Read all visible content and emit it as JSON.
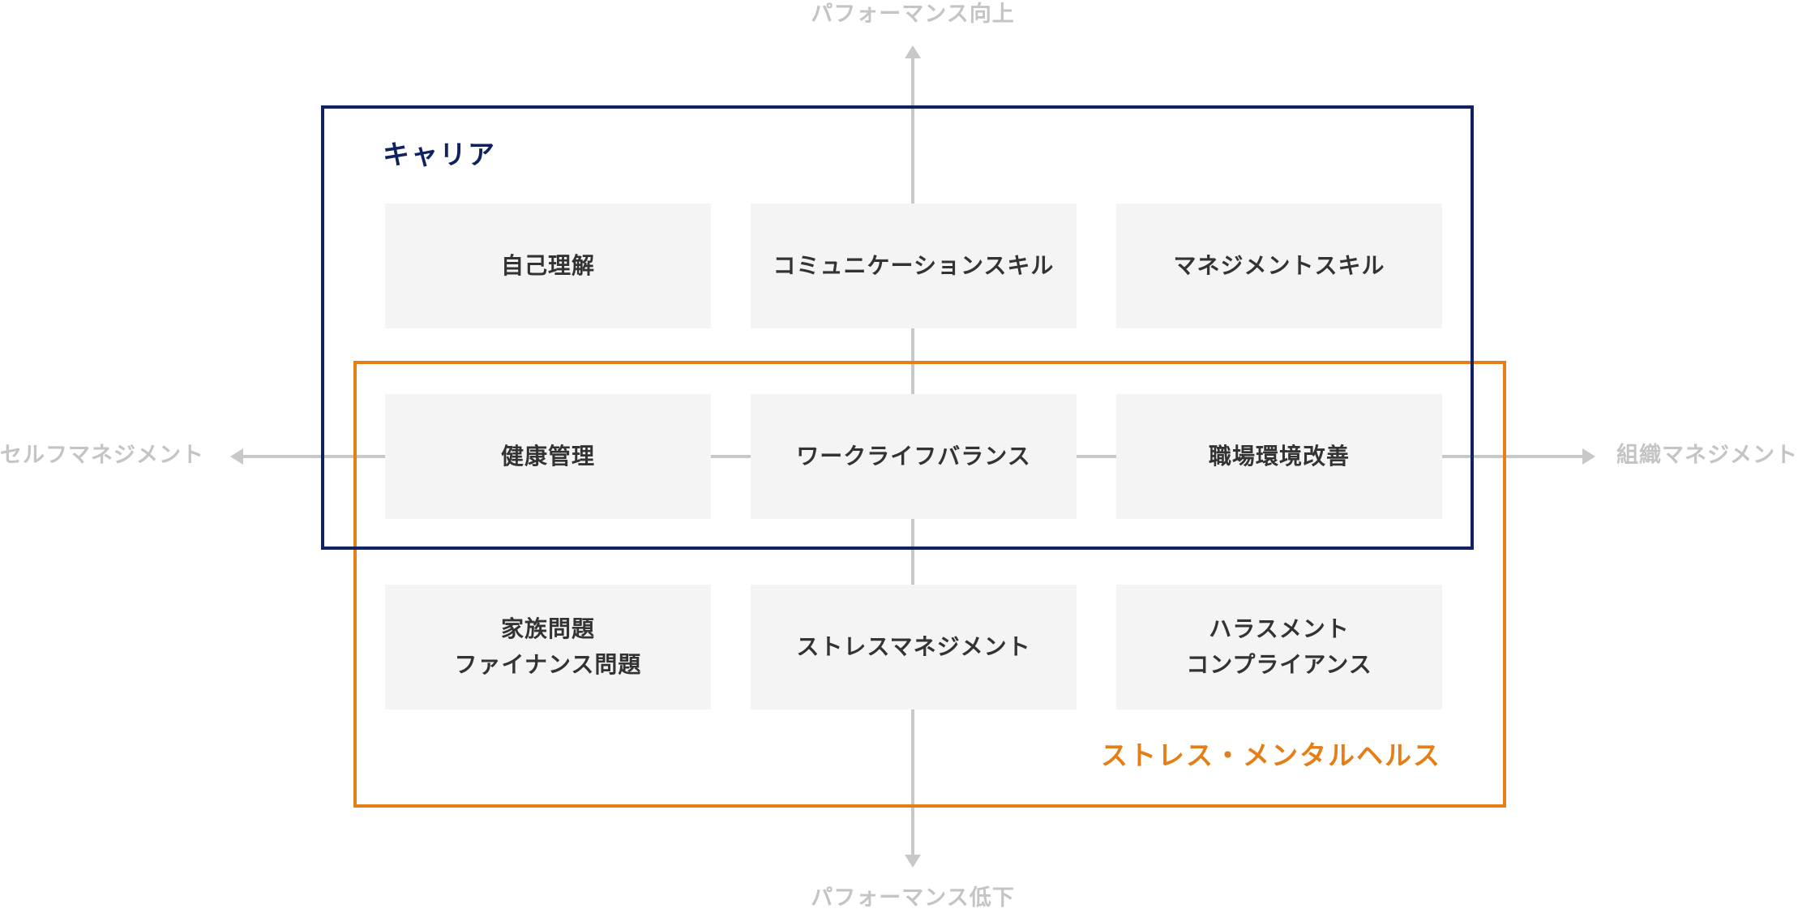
{
  "axes": {
    "top": "パフォーマンス向上",
    "bottom": "パフォーマンス低下",
    "left": "セルフマネジメント",
    "right": "組織マネジメント"
  },
  "groups": {
    "career": "キャリア",
    "stress": "ストレス・メンタルヘルス"
  },
  "colors": {
    "career": "#0f2160",
    "stress": "#e67e17",
    "axis": "#c8c8c8",
    "box_bg": "#f4f4f4"
  },
  "topics": [
    {
      "label": "自己理解"
    },
    {
      "label": "コミュニケーションスキル"
    },
    {
      "label": "マネジメントスキル"
    },
    {
      "label": "健康管理"
    },
    {
      "label": "ワークライフバランス"
    },
    {
      "label": "職場環境改善"
    },
    {
      "label": "家族問題\nファイナンス問題"
    },
    {
      "label": "ストレスマネジメント"
    },
    {
      "label": "ハラスメント\nコンプライアンス"
    }
  ]
}
